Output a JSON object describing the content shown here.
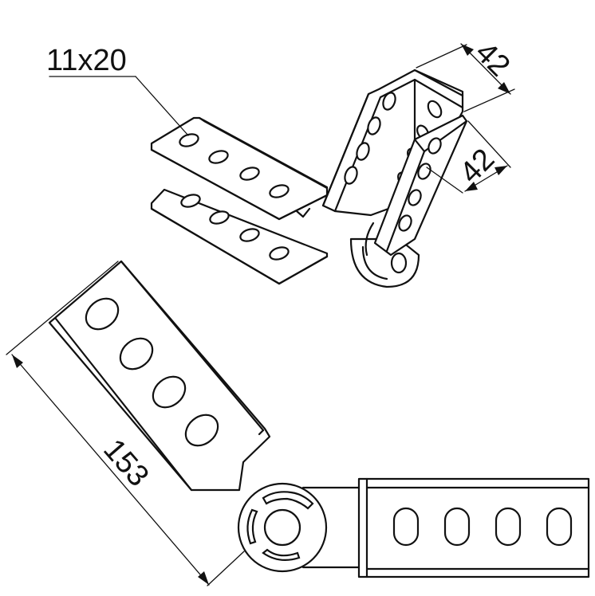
{
  "dimensions": {
    "slot_size": "11x20",
    "width_top": "42",
    "width_side": "42",
    "length": "153"
  },
  "colors": {
    "line": "#111111",
    "background": "#ffffff"
  }
}
